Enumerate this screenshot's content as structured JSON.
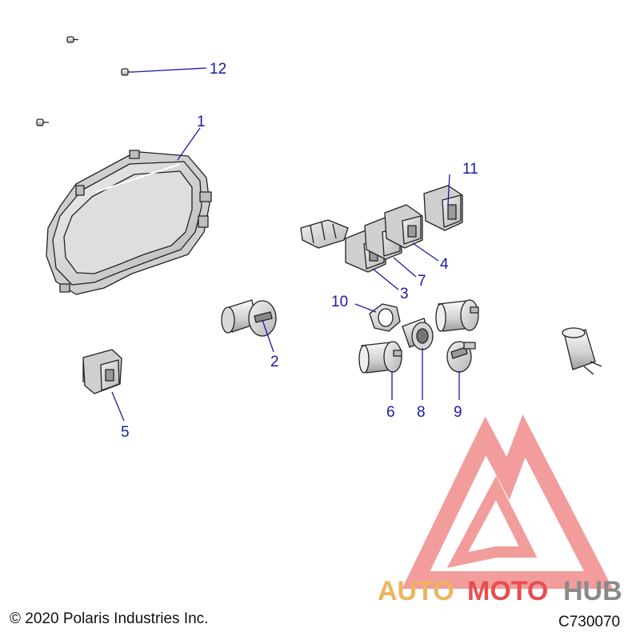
{
  "callouts": {
    "c1": "1",
    "c2": "2",
    "c3": "3",
    "c4": "4",
    "c5": "5",
    "c6": "6",
    "c7": "7",
    "c8": "8",
    "c9": "9",
    "c10": "10",
    "c11": "11",
    "c12": "12"
  },
  "watermark": {
    "part1": "AUTO",
    "part2": "MOTO",
    "part3": "HUB",
    "color_red": "#e84e4e",
    "color_orange": "#f2b35c",
    "color_gray": "#8a8a8a"
  },
  "footer": {
    "copyright": "© 2020 Polaris Industries Inc.",
    "code": "C730070"
  },
  "colors": {
    "callout": "#1a1aa8",
    "outline": "#222222",
    "part_fill": "#e4e4e4",
    "part_shade": "#b8b8b8"
  }
}
